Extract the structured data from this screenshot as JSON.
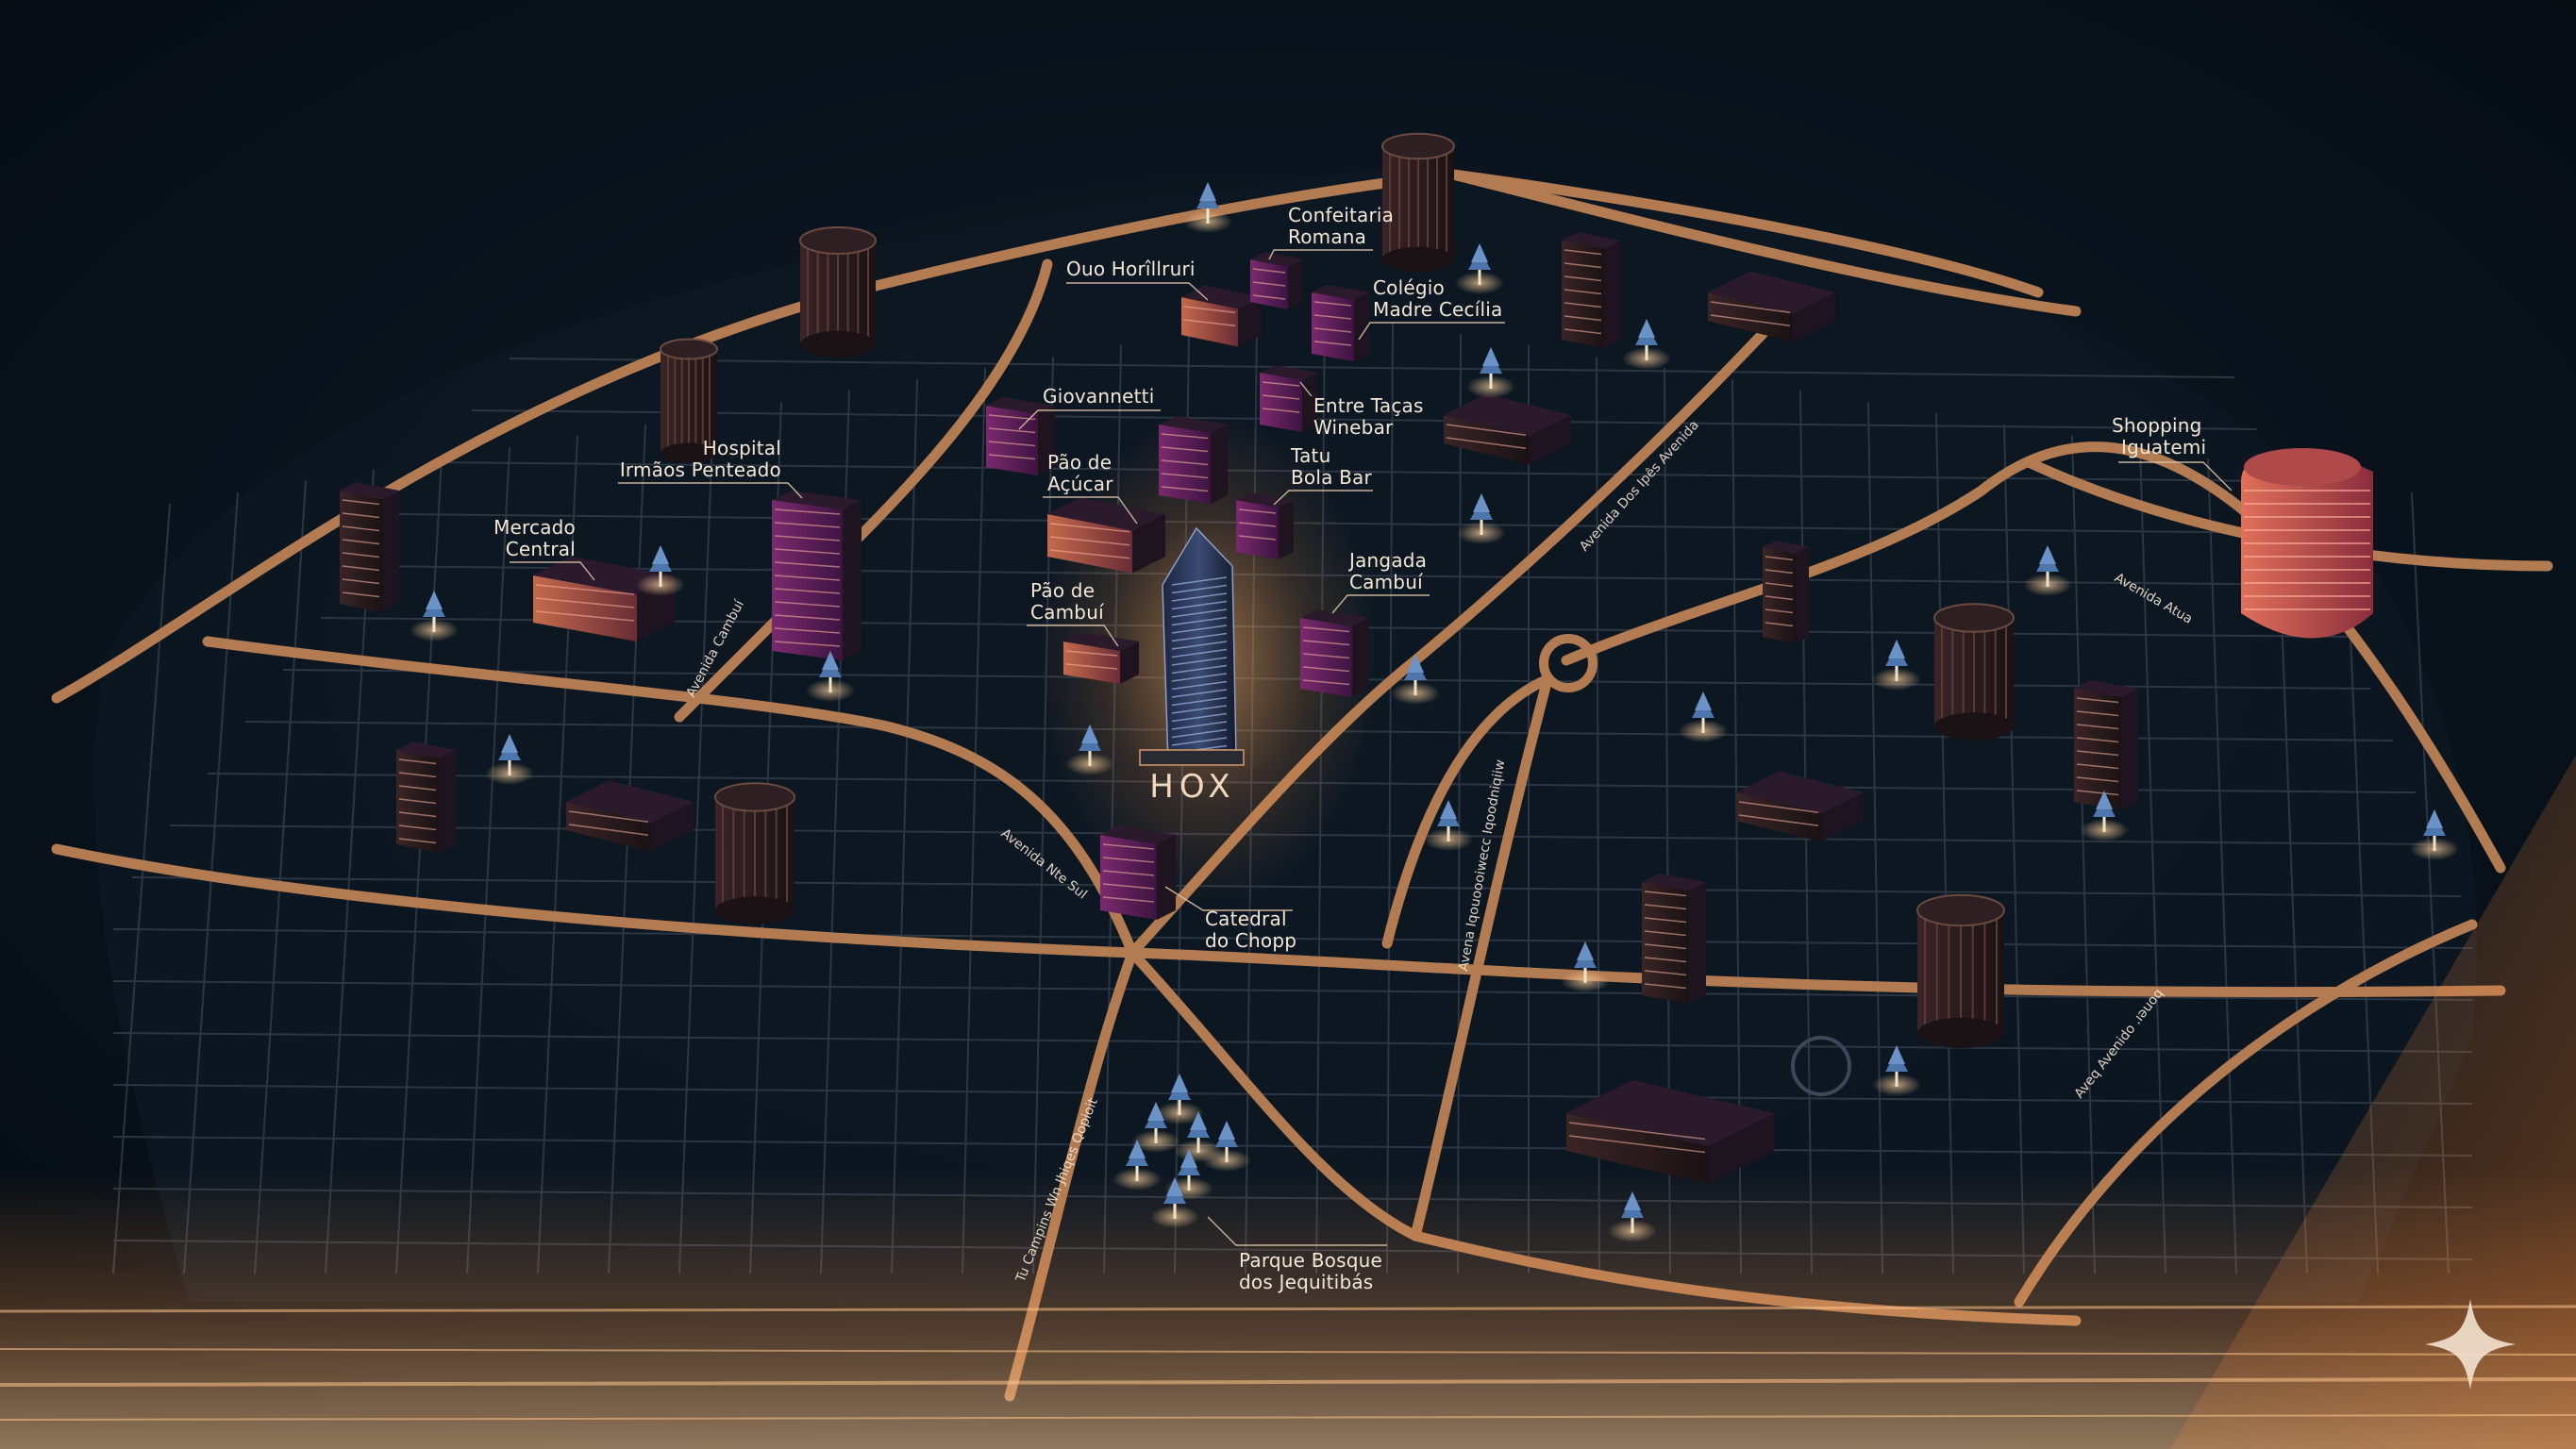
{
  "featured": {
    "brand": "HOX"
  },
  "pois": [
    {
      "id": "confeitaria-romana",
      "lines": [
        "Confeitaria",
        "Romana"
      ]
    },
    {
      "id": "ouo-horilruri",
      "lines": [
        "Ouo Horîllruri"
      ]
    },
    {
      "id": "colegio-madre-cecilia",
      "lines": [
        "Colégio",
        "Madre Cecília"
      ]
    },
    {
      "id": "giovannetti",
      "lines": [
        "Giovannetti"
      ]
    },
    {
      "id": "entre-tacas-winebar",
      "lines": [
        "Entre Taças",
        "Winebar"
      ]
    },
    {
      "id": "tatu-bola-bar",
      "lines": [
        "Tatu",
        "Bola Bar"
      ]
    },
    {
      "id": "hospital-irmaos-penteado",
      "lines": [
        "Hospital",
        "Irmãos Penteado"
      ]
    },
    {
      "id": "pao-de-acucar",
      "lines": [
        "Pão de",
        "Açúcar"
      ]
    },
    {
      "id": "mercado-central",
      "lines": [
        "Mercado",
        "Central"
      ]
    },
    {
      "id": "jangada-cambui",
      "lines": [
        "Jangada",
        "Cambuí"
      ]
    },
    {
      "id": "pao-de-cambui",
      "lines": [
        "Pão de",
        "Cambuí"
      ]
    },
    {
      "id": "catedral-do-chopp",
      "lines": [
        "Catedral",
        "do Chopp"
      ]
    },
    {
      "id": "shopping-iguatemi",
      "lines": [
        "Shopping",
        "Iguatemi"
      ]
    },
    {
      "id": "parque-bosque-jequitibas",
      "lines": [
        "Parque Bosque",
        "dos Jequitibás"
      ]
    }
  ],
  "streets": [
    {
      "id": "avenida-cambui",
      "text": "Avenida Cambuí"
    },
    {
      "id": "avenida-dos-ipes",
      "text": "Avenida Dos Ipês Avenida"
    },
    {
      "id": "avenida-atua",
      "text": "Avenida Atua"
    },
    {
      "id": "avenida-norte-sul",
      "text": "Avenida Nte Sul"
    },
    {
      "id": "avenida-central",
      "text": "Avena Iqouoooiwecc Iqoodniqiiw"
    },
    {
      "id": "rua-campinas",
      "text": "Tu Campins Wn Jhiqes Qopioit"
    },
    {
      "id": "avenida-bottom-right",
      "text": "Aveq Avenido .ıəuoq"
    }
  ],
  "colors": {
    "background": "#071018",
    "road_main": "#b07a52",
    "road_minor": "#3b4350",
    "glow": "#ffb36a",
    "tree": "#4f78ad"
  }
}
